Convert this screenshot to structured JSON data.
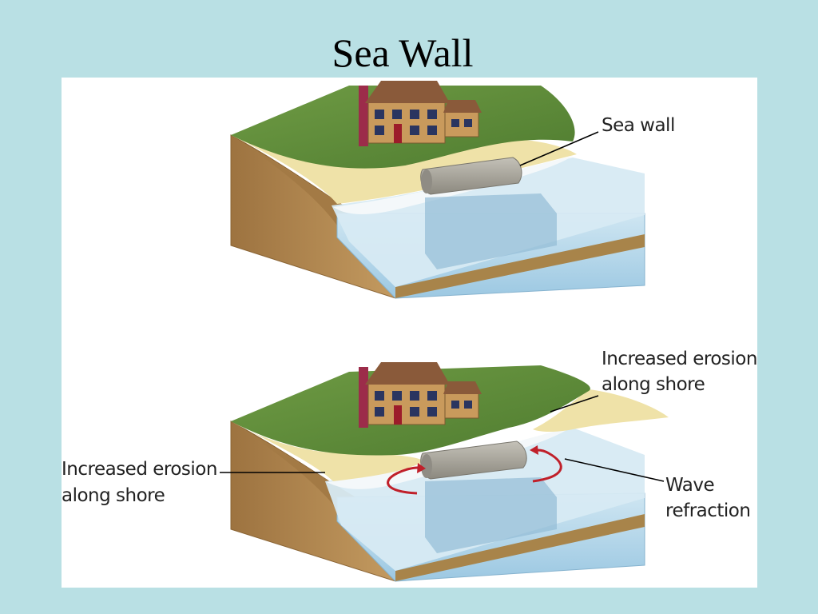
{
  "title": "Sea Wall",
  "top_diagram": {
    "labels": {
      "sea_wall": "Sea wall"
    }
  },
  "bottom_diagram": {
    "labels": {
      "erosion_right_line1": "Increased erosion",
      "erosion_right_line2": "along shore",
      "erosion_left_line1": "Increased erosion",
      "erosion_left_line2": "along shore",
      "wave_line1": "Wave",
      "wave_line2": "refraction"
    }
  },
  "colors": {
    "background": "#b9e0e4",
    "panel": "#ffffff",
    "grass": "#5f8d3a",
    "soil": "#b58a52",
    "sand": "#efe2a8",
    "water": "#b4d8ec",
    "wall": "#a7a49c",
    "house": "#c99a5c",
    "roof": "#8a5a3a",
    "chimney": "#9c2c4a",
    "arrow": "#c0202a"
  }
}
